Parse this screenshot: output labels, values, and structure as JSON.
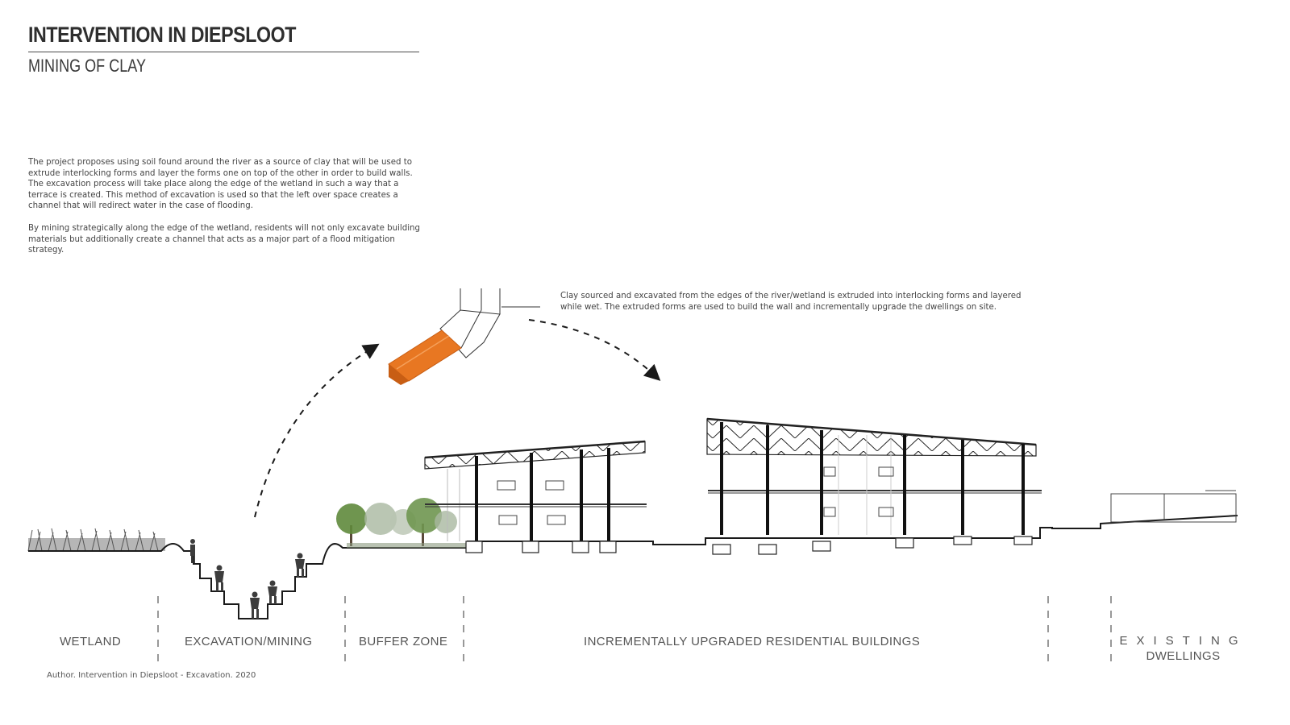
{
  "header": {
    "title": "INTERVENTION IN DIEPSLOOT",
    "subtitle": "MINING OF CLAY"
  },
  "description": {
    "paragraph_1": "The project proposes using soil found around the river as a source of clay that will be used to extrude interlocking forms and layer the forms one on top of the other in order to build walls. The excavation process will take place along the edge of the wetland in such a way that a terrace is created. This method of excavation is used so that the left over space creates a channel that will redirect water in the case of  flooding.",
    "paragraph_2": "By mining strategically along the edge of the wetland, residents will not only excavate building materials but additionally create a channel that acts as a major part of a flood mitigation strategy."
  },
  "callout": {
    "text": "Clay sourced and excavated from the edges of the river/wetland is extruded into interlocking forms and layered while wet. The extruded forms are used to build the wall and incrementally upgrade the dwellings on site."
  },
  "zones": {
    "wetland": "WETLAND",
    "excavation": "EXCAVATION/MINING",
    "buffer": "BUFFER ZONE",
    "residential": "INCREMENTALLY UPGRADED RESIDENTIAL BUILDINGS",
    "existing_line1": "EXISTING",
    "existing_line2": "DWELLINGS"
  },
  "caption": "Author. Intervention in Diepsloot - Excavation. 2020",
  "colors": {
    "clay_block": "#e87722",
    "clay_block_dark": "#c85e14",
    "line_dark": "#1a1a1a",
    "tree_green": "#5f8a3c",
    "tree_pale": "#a9b8a0"
  }
}
